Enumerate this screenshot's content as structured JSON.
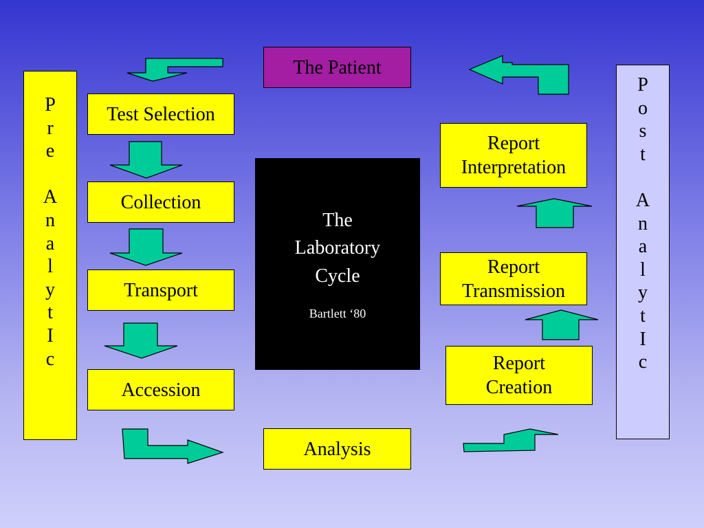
{
  "diagram": {
    "patient": "The Patient",
    "center": {
      "title": "The\nLaboratory\nCycle",
      "credit": "Bartlett ‘80"
    },
    "pre_analytic": "P\nr\ne\n\nA\nn\na\nl\ny\nt\nI\nc",
    "post_analytic": "P\no\ns\nt\n\nA\nn\na\nl\ny\nt\nI\nc",
    "steps_left": [
      "Test Selection",
      "Collection",
      "Transport",
      "Accession"
    ],
    "analysis": "Analysis",
    "steps_right": [
      "Report\nCreation",
      "Report\nTransmission",
      "Report\nInterpretation"
    ],
    "colors": {
      "step_fill": "#ffff00",
      "patient_fill": "#a31ea3",
      "center_fill": "#000000",
      "side_label_fill_right": "#ccccff",
      "arrow_fill": "#00cc99"
    }
  }
}
